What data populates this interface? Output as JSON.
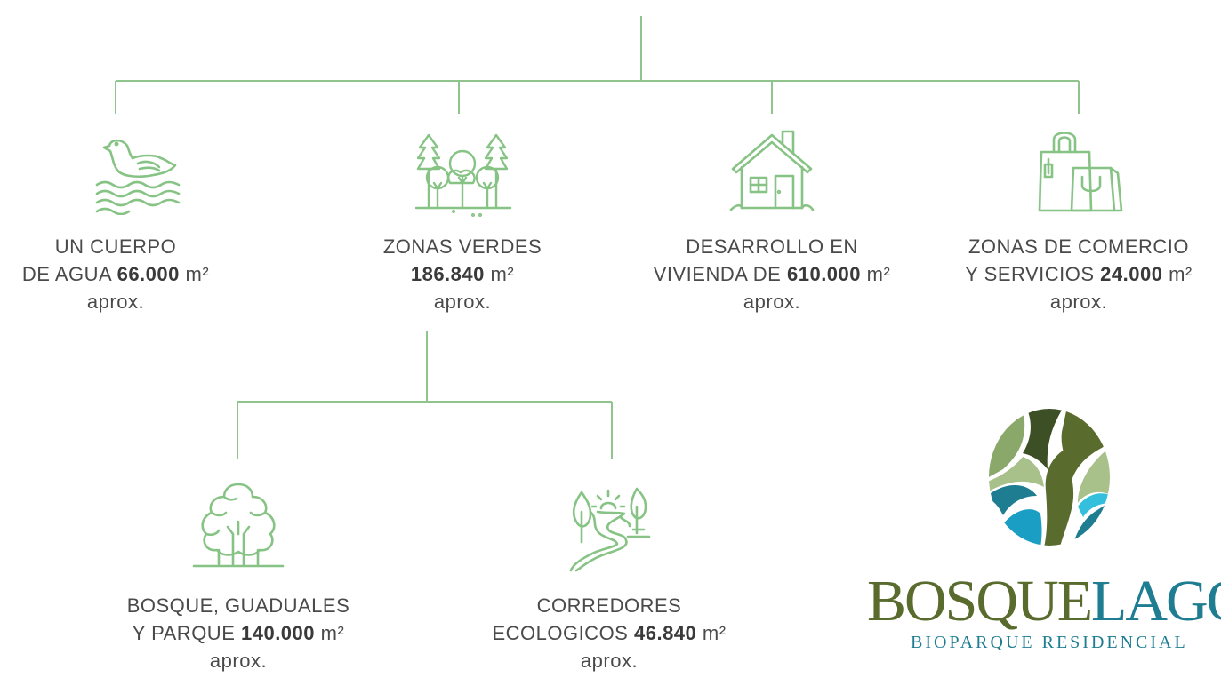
{
  "colors": {
    "line": "#8fc48d",
    "icon": "#86c384",
    "text": "#4a4a4a"
  },
  "nodes": {
    "agua": {
      "icon": "duck-icon",
      "line1": "UN CUERPO",
      "pre": "DE AGUA ",
      "value": "66.000",
      "unit": " m²",
      "last": "aprox."
    },
    "verdes": {
      "icon": "forest-icon",
      "line1": "ZONAS VERDES",
      "pre": "",
      "value": "186.840",
      "unit": " m²",
      "last": "aprox."
    },
    "vivienda": {
      "icon": "house-icon",
      "line1": "DESARROLLO EN",
      "pre": "VIVIENDA DE ",
      "value": "610.000",
      "unit": " m²",
      "last": "aprox."
    },
    "comercio": {
      "icon": "shopping-bags-icon",
      "line1": "ZONAS DE COMERCIO",
      "pre": "Y SERVICIOS ",
      "value": "24.000",
      "unit": " m²",
      "last": "aprox."
    },
    "bosque": {
      "icon": "tree-icon",
      "line1": "BOSQUE, GUADUALES",
      "pre": "Y PARQUE ",
      "value": "140.000",
      "unit": " m²",
      "last": "aprox."
    },
    "corredores": {
      "icon": "ecological-path-icon",
      "line1": "CORREDORES",
      "pre": "ECOLOGICOS ",
      "value": "46.840",
      "unit": " m²",
      "last": "aprox."
    }
  },
  "brand": {
    "word_a": "BOSQUE",
    "word_b": "LAGO",
    "subtitle": "BIOPARQUE RESIDENCIAL",
    "colors": {
      "olive": "#5a6b2e",
      "teal": "#1f7d92",
      "dark": "#3d4f24",
      "green": "#8aa86a",
      "lightgreen": "#a8c08a",
      "cyan": "#34c0dc",
      "blue": "#1a9ec4"
    }
  }
}
